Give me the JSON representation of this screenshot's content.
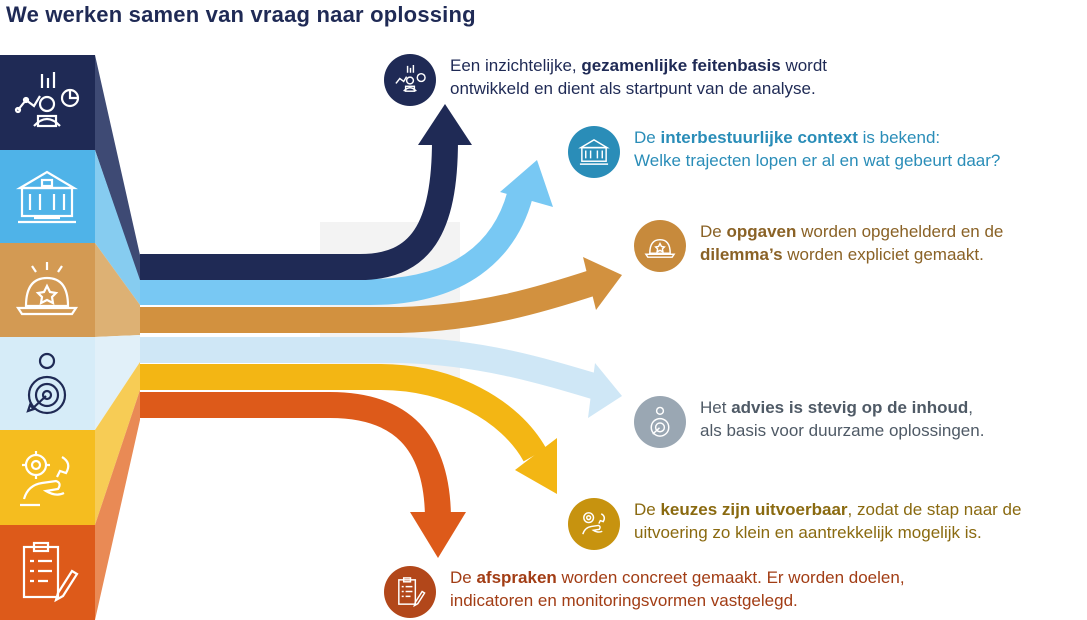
{
  "title": "We werken samen van vraag naar oplossing",
  "colors": {
    "navy": "#1f2a55",
    "lightblue": "#4fb3e8",
    "teal": "#2a8db8",
    "ochre": "#c78a3c",
    "brown": "#8a6226",
    "paleblue": "#bfe0f4",
    "grey": "#9aa7b3",
    "yellow": "#f3b614",
    "gold": "#a87e13",
    "orange": "#dd5a1a",
    "rust": "#b2471a"
  },
  "tiles": [
    {
      "icon": "analyst-laptop-icon"
    },
    {
      "icon": "government-building-icon"
    },
    {
      "icon": "helmet-star-icon"
    },
    {
      "icon": "person-target-icon"
    },
    {
      "icon": "gears-hand-icon"
    },
    {
      "icon": "clipboard-pen-icon"
    }
  ],
  "steps": [
    {
      "icon": "analyst-laptop-icon",
      "color": "#1f2a55",
      "pre1": "Een inzichtelijke, ",
      "bold1": "gezamenlijke feitenbasis",
      "post1": " wordt",
      "line2": "ontwikkeld en dient als startpunt van de analyse."
    },
    {
      "icon": "government-building-icon",
      "color": "#2a8db8",
      "pre1": "De ",
      "bold1": "interbestuurlijke context",
      "post1": " is bekend:",
      "line2": "Welke trajecten lopen er al en wat gebeurt daar?"
    },
    {
      "icon": "helmet-star-icon",
      "color": "#8a6226",
      "pre1": "De ",
      "bold1": "opgaven",
      "post1": " worden opgehelderd en de",
      "bold2": "dilemma’s",
      "post2": " worden expliciet gemaakt."
    },
    {
      "icon": "person-target-icon",
      "color": "#4f5a66",
      "pre1": "Het ",
      "bold1": "advies is stevig op de inhoud",
      "post1": ",",
      "line2": "als basis voor duurzame oplossingen."
    },
    {
      "icon": "gears-hand-icon",
      "color": "#8a6a10",
      "pre1": "De ",
      "bold1": "keuzes zijn uitvoerbaar",
      "post1": ", zodat de stap naar de",
      "line2": "uitvoering zo klein en aantrekkelijk mogelijk is."
    },
    {
      "icon": "clipboard-pen-icon",
      "color": "#a23d15",
      "pre1": "De ",
      "bold1": "afspraken",
      "post1": " worden concreet gemaakt. Er worden doelen,",
      "line2": "indicatoren en monitoringsvormen vastgelegd."
    }
  ]
}
